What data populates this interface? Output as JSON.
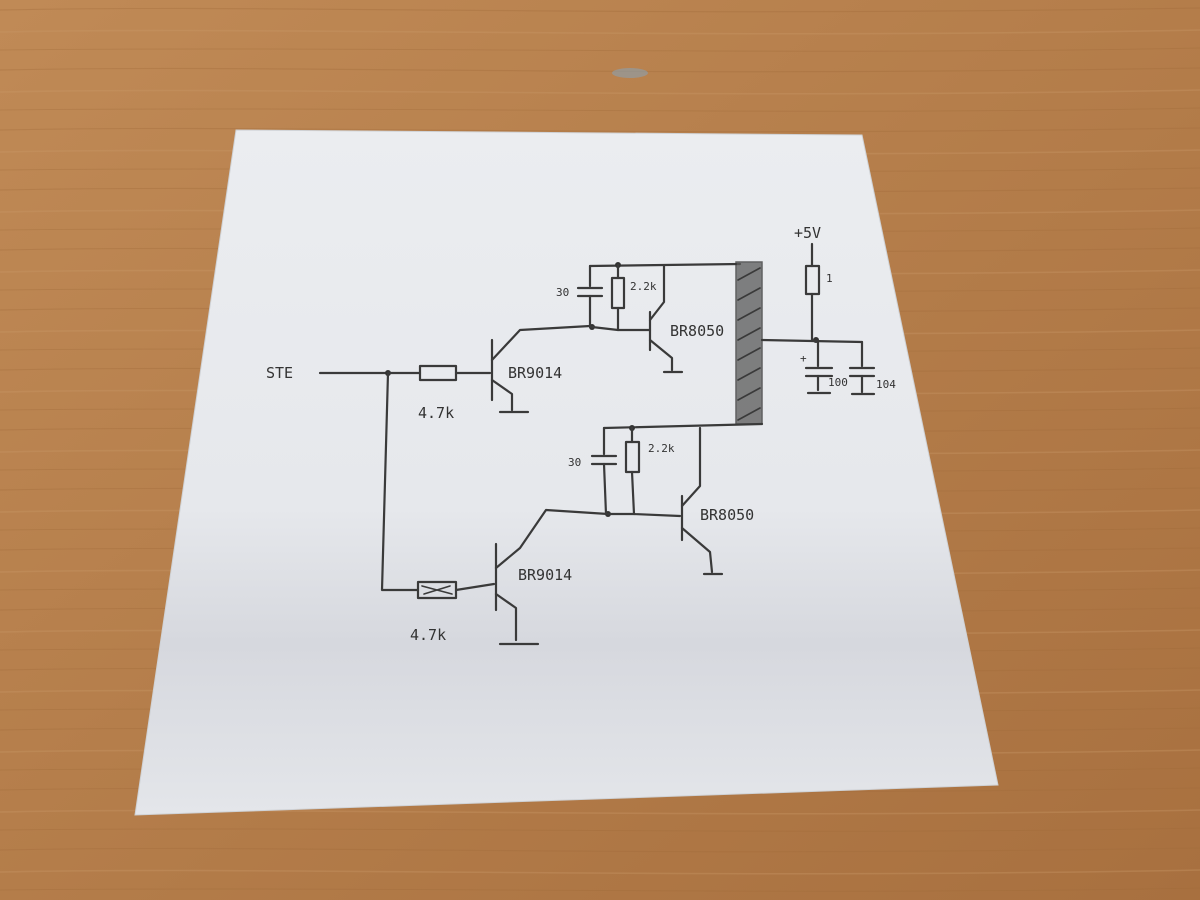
{
  "schematic": {
    "input_label": "STE",
    "supply_label": "+5V",
    "resistor_top_left": "4.7k",
    "resistor_bottom_left": "4.7k",
    "transistor_q1": "BR9014",
    "transistor_q2": "BR9014",
    "transistor_q3": "BR8050",
    "transistor_q4": "BR8050",
    "cap_top": "30",
    "res_top": "2.2k",
    "cap_bottom": "30",
    "res_bottom": "2.2k",
    "supply_resistor": "1",
    "cap_electrolytic": "100",
    "cap_ceramic": "104"
  },
  "colors": {
    "desk": "#b8814e",
    "paper": "#e9ebee",
    "ink": "#3a3a3a"
  }
}
